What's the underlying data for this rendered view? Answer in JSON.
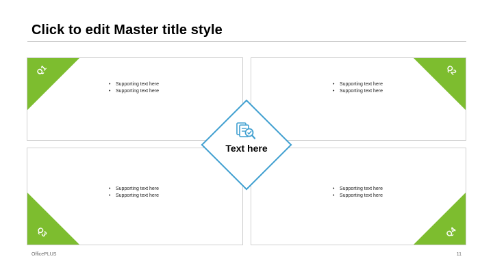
{
  "slide": {
    "title": "Click to edit Master title style",
    "center_text": "Text here",
    "center_icon": "document-search-icon",
    "accent_green": "#7dbd2f",
    "accent_blue": "#3f9fd0"
  },
  "quadrants": [
    {
      "label": "Q1",
      "bullets": [
        "Supporting text here",
        "Supporting text here"
      ]
    },
    {
      "label": "Q2",
      "bullets": [
        "Supporting text here",
        "Supporting text here"
      ]
    },
    {
      "label": "Q3",
      "bullets": [
        "Supporting text here",
        "Supporting text here"
      ]
    },
    {
      "label": "Q4",
      "bullets": [
        "Supporting text here",
        "Supporting text here"
      ]
    }
  ],
  "footer": {
    "brand": "OfficePLUS",
    "page_number": "11"
  }
}
